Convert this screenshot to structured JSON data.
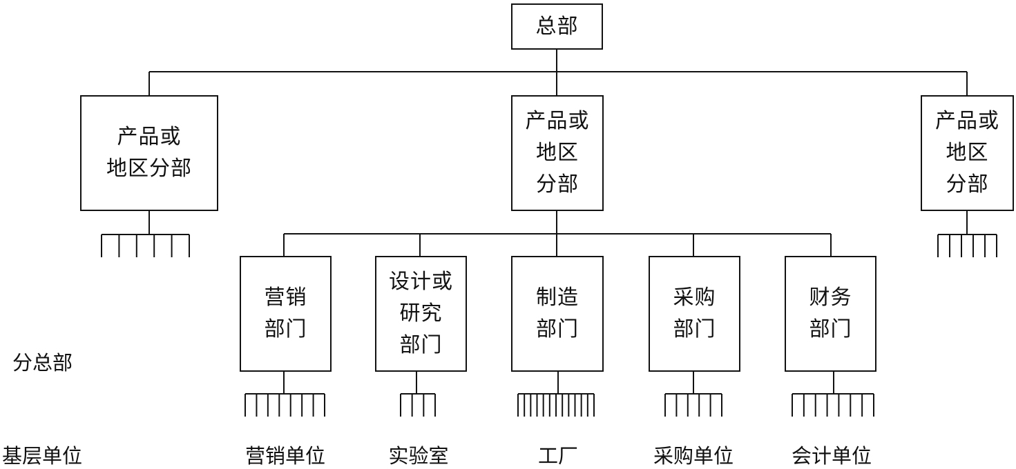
{
  "diagram": {
    "type": "org-chart",
    "line_color": "#111111",
    "root": {
      "id": "hq",
      "label": "总部"
    },
    "divisions": [
      {
        "id": "div-left",
        "label": "产品或\n地区分部",
        "unit_count": 6
      },
      {
        "id": "div-center",
        "label": "产品或\n地区\n分部"
      },
      {
        "id": "div-right",
        "label": "产品或\n地区\n分部",
        "unit_count": 6
      }
    ],
    "departments": [
      {
        "id": "dept-marketing",
        "label": "营销\n部门",
        "unit_label": "营销单位",
        "unit_count": 8
      },
      {
        "id": "dept-design",
        "label": "设计或\n研究\n部门",
        "unit_label": "实验室",
        "unit_count": 4
      },
      {
        "id": "dept-manufacturing",
        "label": "制造\n部门",
        "unit_label": "工厂",
        "unit_count": 13
      },
      {
        "id": "dept-purchasing",
        "label": "采购\n部门",
        "unit_label": "采购单位",
        "unit_count": 6
      },
      {
        "id": "dept-finance",
        "label": "财务\n部门",
        "unit_label": "会计单位",
        "unit_count": 8
      }
    ],
    "level_labels": {
      "division_level": "分总部",
      "base_level": "基层单位"
    }
  }
}
